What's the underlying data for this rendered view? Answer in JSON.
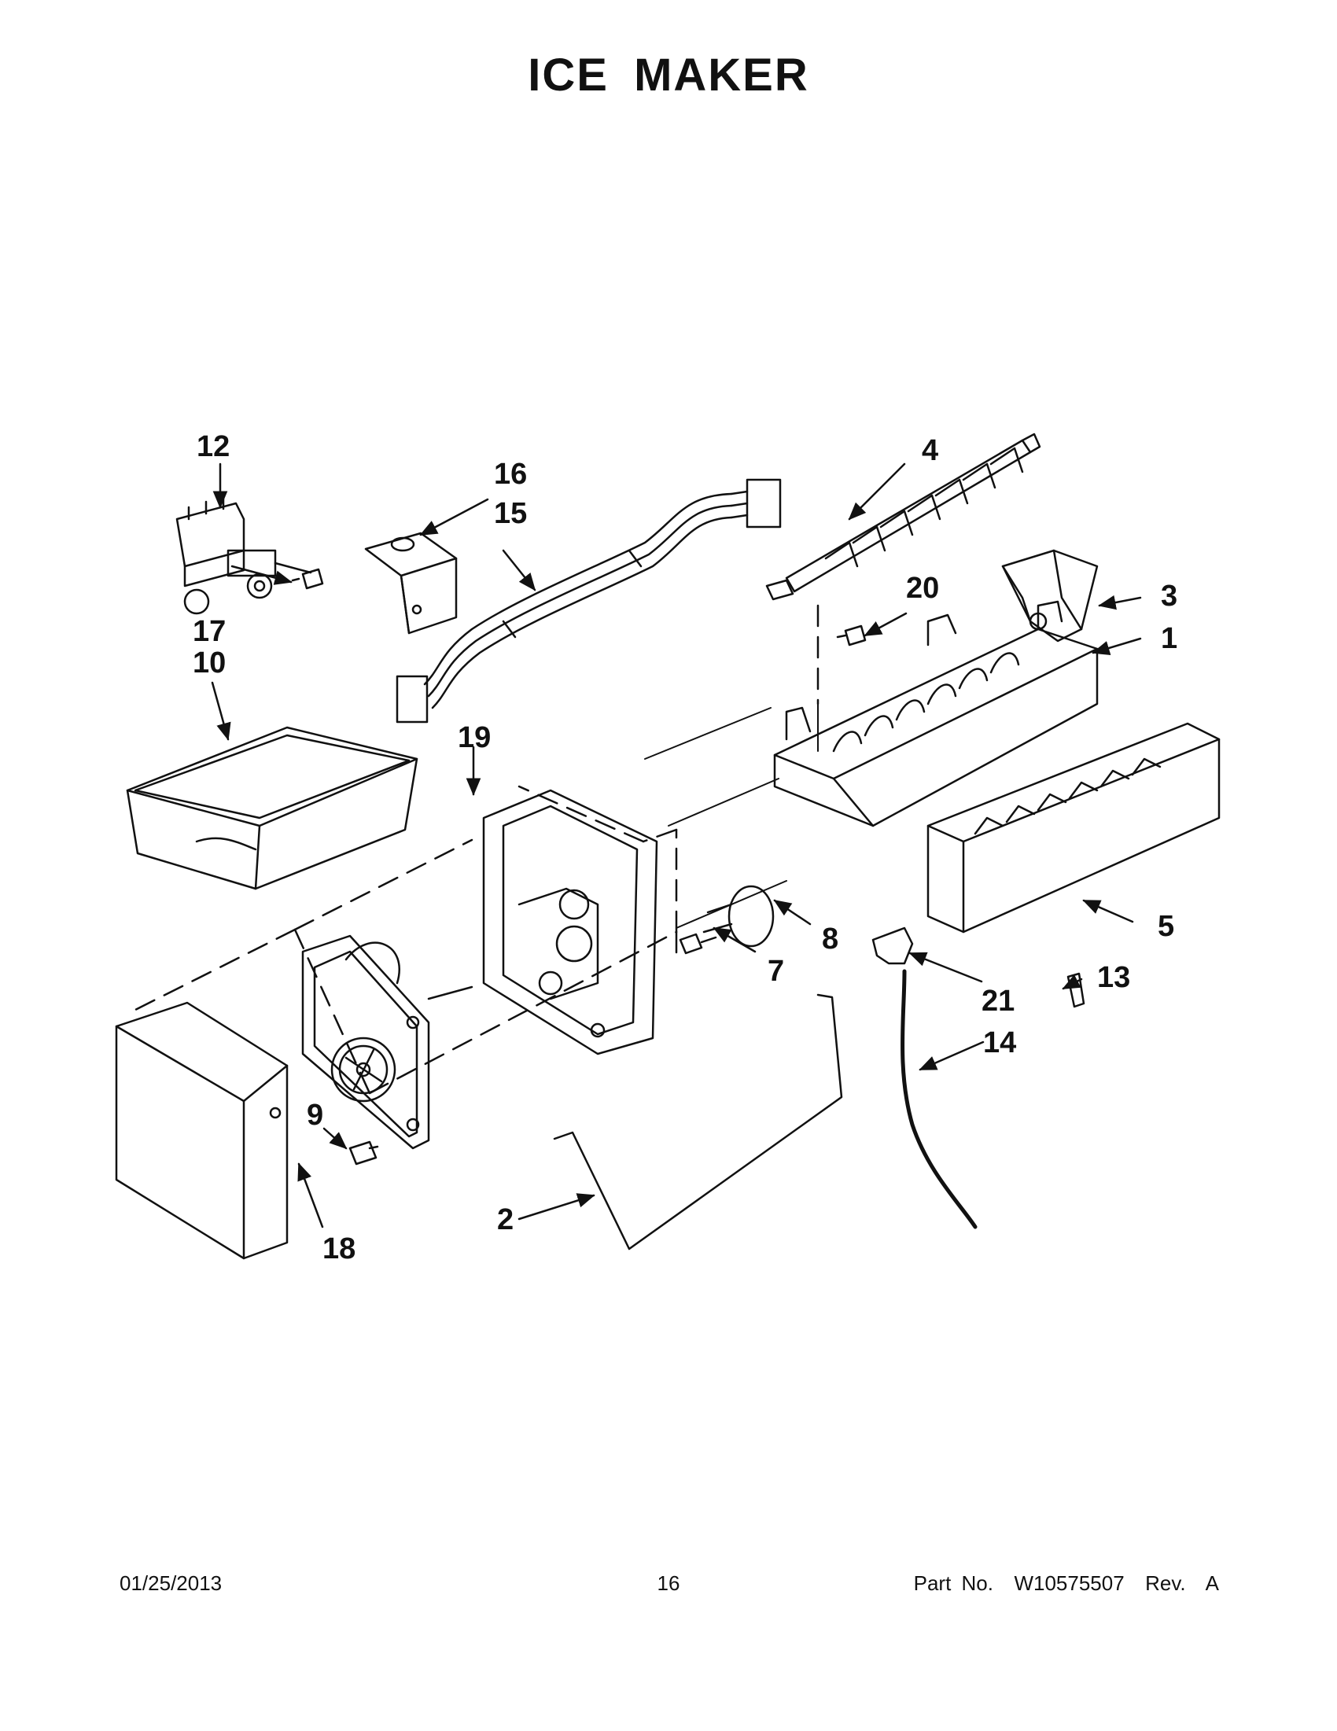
{
  "title": "ICE MAKER",
  "footer": {
    "date": "01/25/2013",
    "page": "16",
    "part_number": "Part No.  W10575507  Rev.  A"
  },
  "callouts": [
    "1",
    "2",
    "3",
    "4",
    "5",
    "7",
    "8",
    "9",
    "10",
    "12",
    "13",
    "14",
    "15",
    "16",
    "17",
    "18",
    "19",
    "20",
    "21"
  ],
  "colors": {
    "ink": "#111111",
    "paper": "#ffffff"
  }
}
